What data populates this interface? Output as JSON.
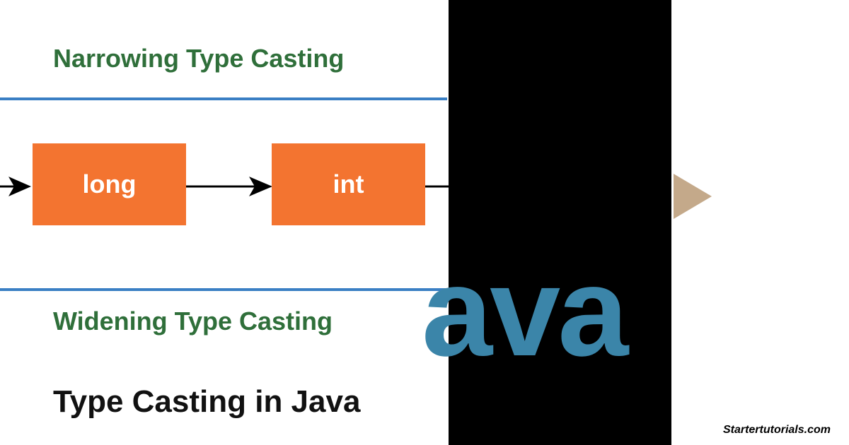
{
  "diagram": {
    "top_heading": "Narrowing Type Casting",
    "bottom_heading": "Widening Type Casting",
    "nodes": [
      {
        "label": "long"
      },
      {
        "label": "int"
      }
    ],
    "caption": "Type Casting in Java",
    "colors": {
      "heading": "#2f6f3a",
      "rule": "#3a7fc4",
      "node_fill": "#f37430",
      "node_text": "#ffffff",
      "arrow": "#000000"
    }
  },
  "overlay": {
    "logo_text": "ava",
    "logo_color": "#3b85a9",
    "panel_color": "#000000",
    "play_icon_color": "#c4a98a"
  },
  "footer": {
    "credit": "Startertutorials.com"
  }
}
